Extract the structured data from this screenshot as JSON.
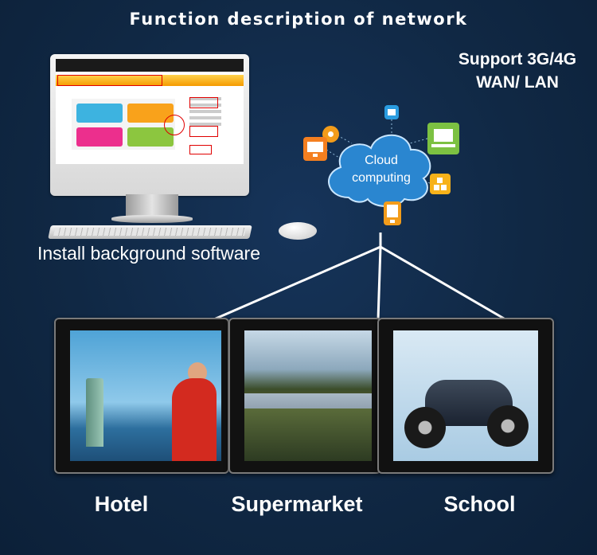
{
  "title": "Function description of network",
  "support": {
    "line1": "Support 3G/4G",
    "line2": "WAN/ LAN"
  },
  "install_label": "Install background software",
  "cloud": {
    "line1": "Cloud",
    "line2": "computing"
  },
  "screens": [
    {
      "label": "Hotel"
    },
    {
      "label": "Supermarket"
    },
    {
      "label": "School"
    }
  ],
  "icons": [
    "mail-icon",
    "rss-icon",
    "laptop-icon",
    "monitor-icon",
    "cubes-icon",
    "phone-icon"
  ],
  "colors": {
    "background": "#102844",
    "text": "#ffffff"
  }
}
